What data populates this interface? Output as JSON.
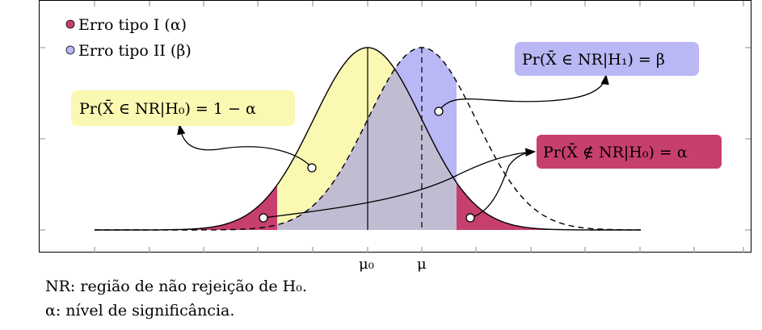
{
  "legend": {
    "type1": {
      "label": "Erro tipo I (α)",
      "color": "#c73f6f"
    },
    "type2": {
      "label": "Erro tipo II (β)",
      "color": "#b9b7f4"
    }
  },
  "colors": {
    "acceptance_fill": "#fbf8b2",
    "overlap_fill": "#c0bcd2",
    "type1_fill": "#c73f6f",
    "type2_fill": "#b9b7f4",
    "beta_box": "#b9b7f4",
    "acceptance_box": "#fbf8b2",
    "alpha_box": "#c73f6f"
  },
  "labels": {
    "acceptance_prob": "Pr(X̄ ∈ NR|H₀) = 1 − α",
    "beta_prob": "Pr(X̄ ∈ NR|H₁) = β",
    "alpha_prob": "Pr(X̄ ∉ NR|H₀) = α"
  },
  "x_axis": {
    "mu0_label": "μ₀",
    "mu_label": "μ"
  },
  "notes": {
    "line1": "NR: região de não rejeição de H₀.",
    "line2": "α:  nível de significância."
  }
}
